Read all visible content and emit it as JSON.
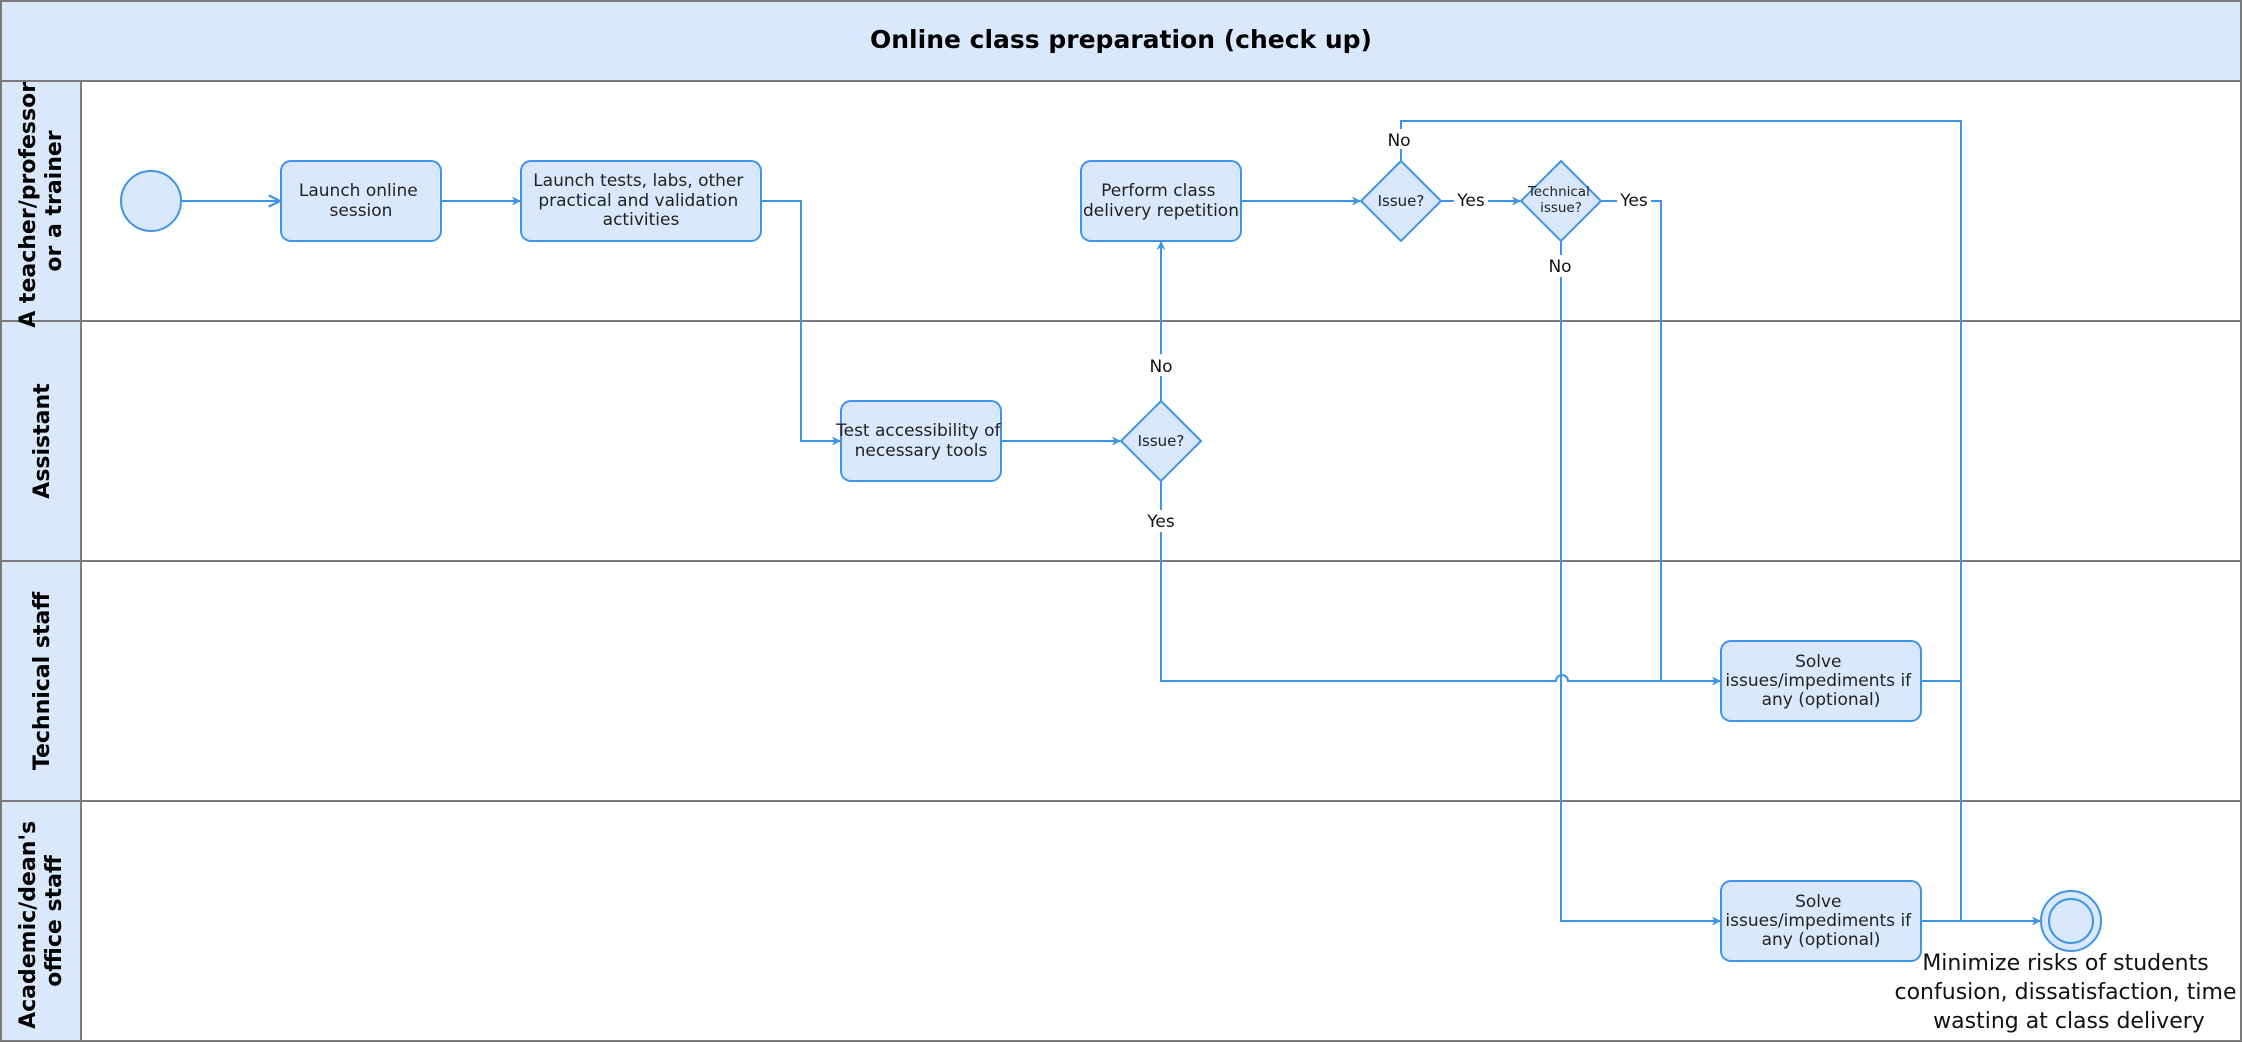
{
  "pool": {
    "title": "Online class preparation (check up)"
  },
  "lanes": [
    {
      "label_lines": [
        "A teacher/professor",
        "or a trainer"
      ]
    },
    {
      "label_lines": [
        "Assistant"
      ]
    },
    {
      "label_lines": [
        "Technical staff"
      ]
    },
    {
      "label_lines": [
        "Academic/dean's",
        "office staff"
      ]
    }
  ],
  "tasks": {
    "launch_session": [
      "Launch online",
      "session"
    ],
    "launch_tests": [
      "Launch tests, labs, other",
      "practical and validation",
      "activities"
    ],
    "perform_repetition": [
      "Perform class",
      "delivery repetition"
    ],
    "test_accessibility": [
      "Test accessibility of",
      "necessary tools"
    ],
    "solve_technical": [
      "Solve",
      "issues/impediments if",
      "any (optional)"
    ],
    "solve_academic": [
      "Solve",
      "issues/impediments if",
      "any (optional)"
    ]
  },
  "gateways": {
    "assistant_issue": [
      "Issue?"
    ],
    "teacher_issue": [
      "Issue?"
    ],
    "technical_issue": [
      "Technical",
      "issue?"
    ]
  },
  "edge_labels": {
    "assistant_no": "No",
    "assistant_yes": "Yes",
    "teacher_issue_yes": "Yes",
    "teacher_issue_no": "No",
    "technical_yes": "Yes",
    "technical_no": "No"
  },
  "end_note": [
    "Minimize risks of students",
    "confusion, dissatisfaction, time",
    "wasting at class delivery"
  ],
  "colors": {
    "fill": "#dae8fc",
    "stroke": "#3e95e8",
    "border": "#7a7a7a"
  }
}
